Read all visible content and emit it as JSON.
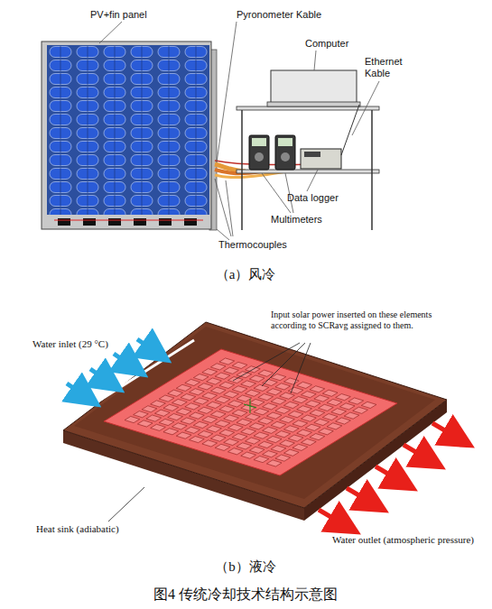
{
  "diagram": {
    "caption": "图4 传统冷却技术结构示意图",
    "labels": [
      "PV+fin panel",
      "Pyronometer Kable",
      "Computer",
      "Ethernet Kable",
      "Data logger",
      "Multimeters",
      "Thermocouples",
      "（a）风冷",
      "Water inlet (29 °C)",
      "Input solar power inserted on these elements according to SCRavg assigned to them.",
      "Heat sink (adiabatic)",
      "Water outlet (atmospheric pressure)",
      "（b）液冷"
    ]
  }
}
